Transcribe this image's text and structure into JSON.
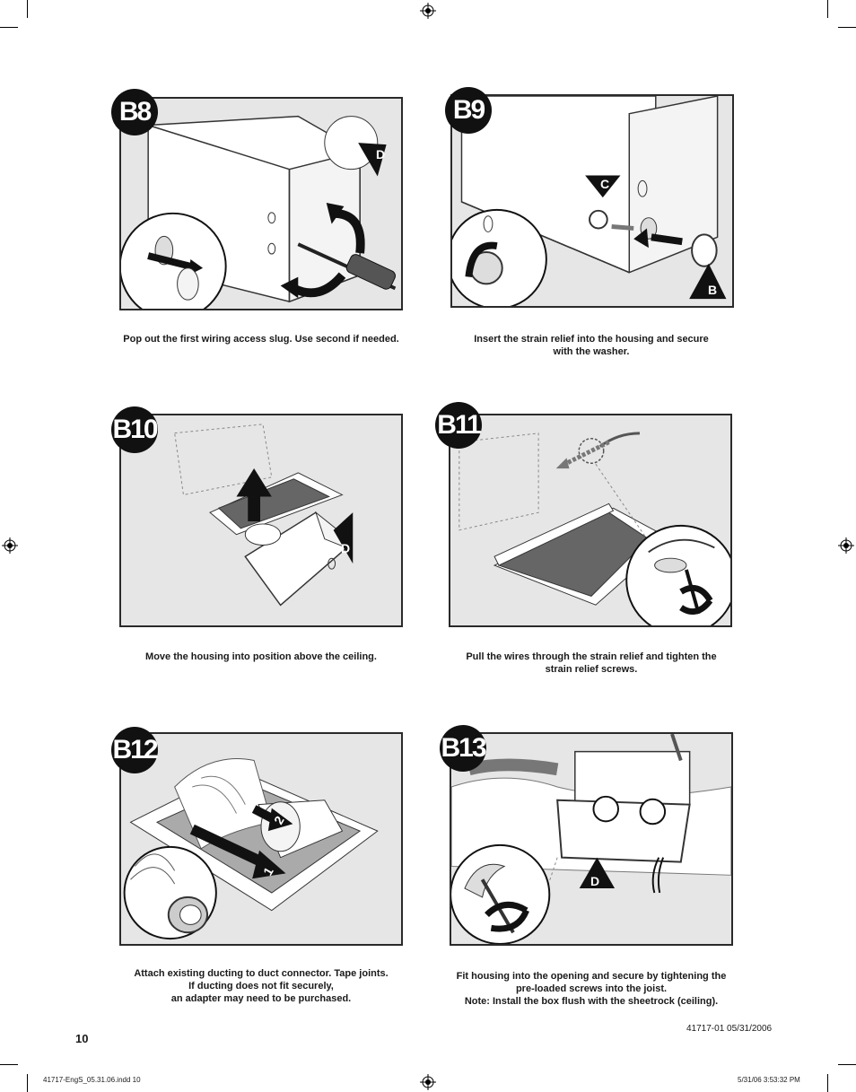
{
  "steps": [
    {
      "id": "b8",
      "label": "B8",
      "marker": "D",
      "caption": [
        "Pop out the first wiring access slug. Use second if needed."
      ]
    },
    {
      "id": "b9",
      "label": "B9",
      "marker": "C",
      "marker2": "B",
      "caption": [
        "Insert the strain relief into the housing and secure",
        "with the washer."
      ]
    },
    {
      "id": "b10",
      "label": "B10",
      "marker": "D",
      "caption": [
        "Move the housing into position above the ceiling."
      ]
    },
    {
      "id": "b11",
      "label": "B11",
      "caption": [
        "Pull the wires through the strain relief and tighten the",
        "strain relief screws."
      ]
    },
    {
      "id": "b12",
      "label": "B12",
      "marker": "2",
      "marker2": "1",
      "caption": [
        "Attach existing ducting to duct connector. Tape joints.",
        "If ducting does not fit securely,",
        "an adapter may need to be purchased."
      ]
    },
    {
      "id": "b13",
      "label": "B13",
      "marker": "D",
      "caption": [
        "Fit housing into the opening and secure by tightening the",
        "pre-loaded screws into the joist.",
        "Note: Install the box flush with the sheetrock (ceiling)."
      ]
    }
  ],
  "footer": {
    "page_number": "10",
    "doc_id": "41717-01   05/31/2006",
    "slug_file": "41717-EngS_05.31.06.indd   10",
    "slug_time": "5/31/06   3:53:32 PM"
  }
}
